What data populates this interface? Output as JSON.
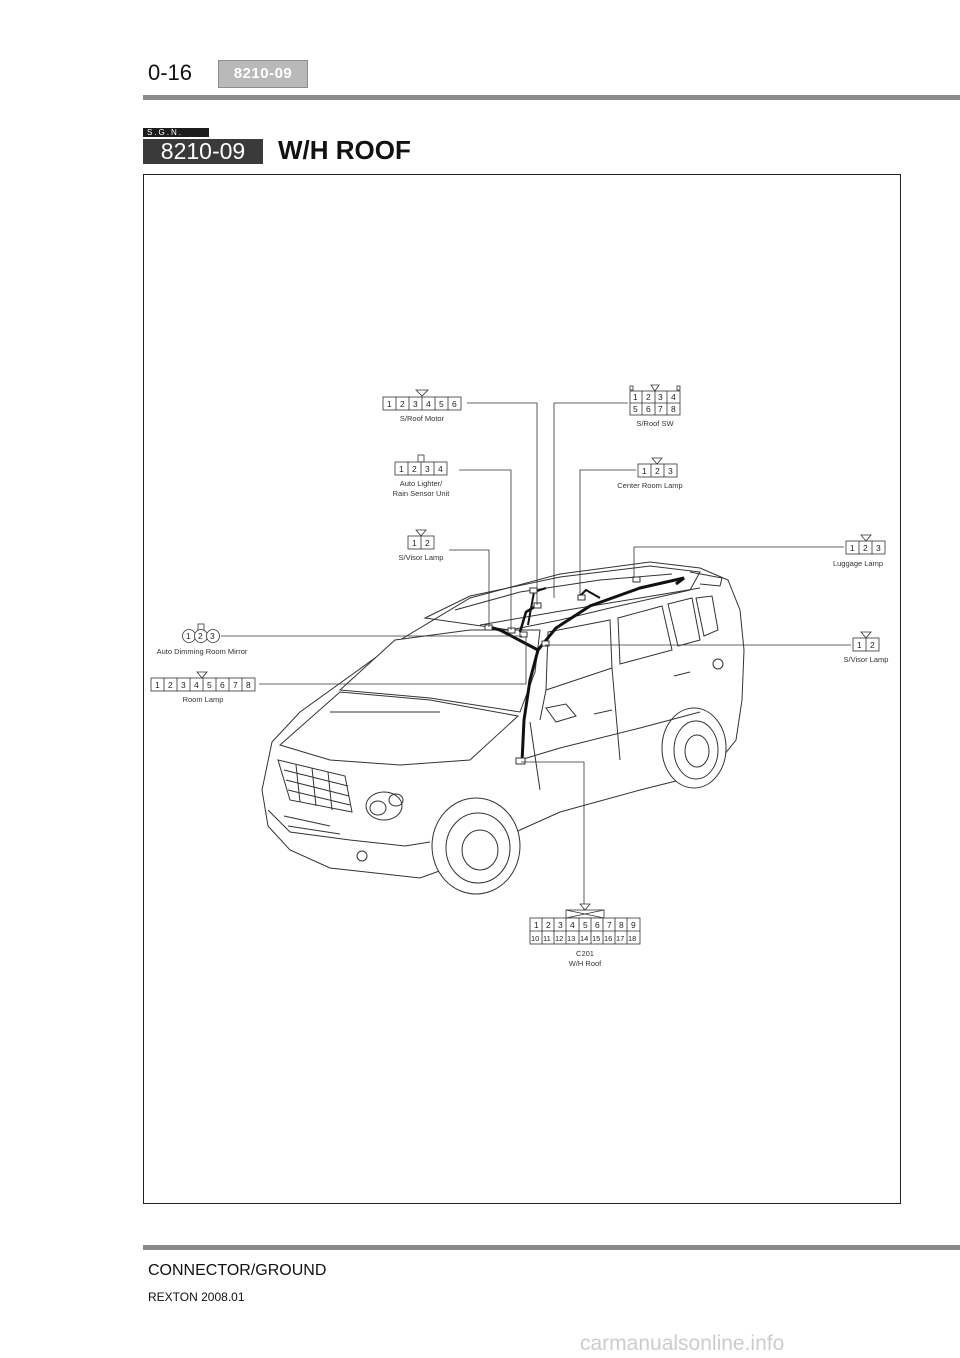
{
  "header": {
    "page_number": "0-16",
    "section_code": "8210-09"
  },
  "section": {
    "sgn_label": "S.G.N.",
    "code": "8210-09",
    "title": "W/H ROOF"
  },
  "connectors": {
    "sroof_motor": {
      "label": "S/Roof Motor",
      "pins": [
        "1",
        "2",
        "3",
        "4",
        "5",
        "6"
      ]
    },
    "sroof_sw": {
      "label": "S/Roof SW",
      "pins_top": [
        "1",
        "2",
        "3",
        "4"
      ],
      "pins_bottom": [
        "5",
        "6",
        "7",
        "8"
      ]
    },
    "auto_lighter": {
      "label_line1": "Auto Lighter/",
      "label_line2": "Rain Sensor Unit",
      "pins": [
        "1",
        "2",
        "3",
        "4"
      ]
    },
    "center_room_lamp": {
      "label": "Center Room Lamp",
      "pins": [
        "1",
        "2",
        "3"
      ]
    },
    "svisor_lamp_left": {
      "label": "S/Visor Lamp",
      "pins": [
        "1",
        "2"
      ]
    },
    "luggage_lamp": {
      "label": "Luggage Lamp",
      "pins": [
        "1",
        "2",
        "3"
      ]
    },
    "auto_dimming_mirror": {
      "label": "Auto Dimming Room Mirror",
      "pins": [
        "1",
        "2",
        "3"
      ]
    },
    "svisor_lamp_right": {
      "label": "S/Visor Lamp",
      "pins": [
        "1",
        "2"
      ]
    },
    "room_lamp": {
      "label": "Room Lamp",
      "pins": [
        "1",
        "2",
        "3",
        "4",
        "5",
        "6",
        "7",
        "8"
      ]
    },
    "c201": {
      "code": "C201",
      "label": "W/H Roof",
      "pins_top": [
        "1",
        "2",
        "3",
        "4",
        "5",
        "6",
        "7",
        "8",
        "9"
      ],
      "pins_bottom": [
        "10",
        "11",
        "12",
        "13",
        "14",
        "15",
        "16",
        "17",
        "18"
      ]
    }
  },
  "footer": {
    "title": "CONNECTOR/GROUND",
    "model": "REXTON 2008.01",
    "watermark": "carmanualsonline.info"
  }
}
